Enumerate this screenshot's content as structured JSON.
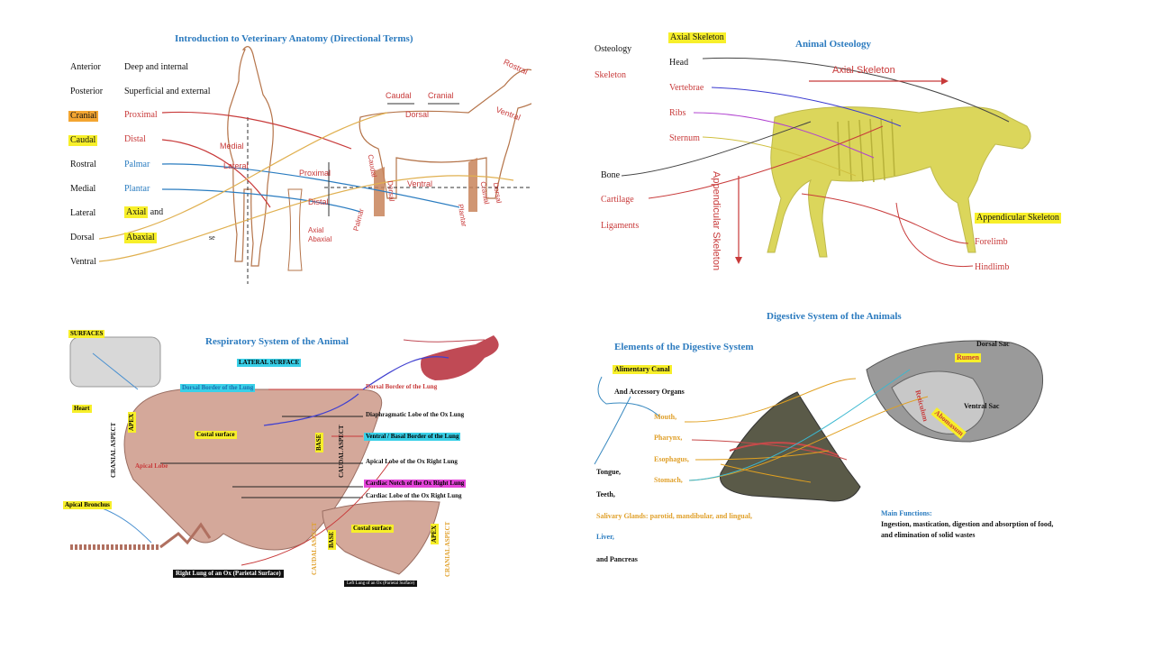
{
  "panel1": {
    "title": "Introduction to Veterinary Anatomy (Directional Terms)",
    "left_terms": [
      "Anterior",
      "Posterior",
      "Cranial",
      "Caudal",
      "Rostral",
      "Medial",
      "Lateral",
      "Dorsal",
      "Ventral"
    ],
    "right_terms": [
      "Deep and internal",
      "Superficial and external",
      "Proximal",
      "Distal",
      "Palmar",
      "Plantar"
    ],
    "axial_word": "Axial",
    "and_word": "and",
    "abaxial_word": "Abaxial",
    "fig_labels": {
      "rostral": "Rostral",
      "caudal": "Caudal",
      "cranial": "Cranial",
      "dorsal": "Dorsal",
      "ventral": "Ventral",
      "medial": "Medial",
      "lateral": "Lateral",
      "proximal": "Proximal",
      "distal": "Distal",
      "palmar": "Palmar",
      "plantar": "Plantar",
      "dorsal2": "Dorsal",
      "ventral2": "Ventral",
      "caudal2": "Caudal",
      "cranial2": "Cranial",
      "dorsal3": "Dorsal",
      "axial": "Axial",
      "abaxial": "Abaxial",
      "se": "se"
    }
  },
  "panel2": {
    "title": "Animal Osteology",
    "axial_badge": "Axial Skeleton",
    "osteology": "Osteology",
    "skeleton": "Skeleton",
    "head": "Head",
    "vertebrae": "Vertebrae",
    "ribs": "Ribs",
    "sternum": "Sternum",
    "bone": "Bone",
    "cartilage": "Cartilage",
    "ligaments": "Ligaments",
    "axial_skeleton_arrow": "Axial Skeleton",
    "appendicular_vertical": "Appendicular Skeleton",
    "appendicular_badge": "Appendicular Skeleton",
    "forelimb": "Forelimb",
    "hindlimb": "Hindlimb"
  },
  "panel3": {
    "title": "Respiratory System of the Animal",
    "surfaces": "SURFACES",
    "heart": "Heart",
    "lateral_surface": "LATERAL SURFACE",
    "dorsal_border_cyan": "Dorsal Border of the Lung",
    "dorsal_border_red": "Dorsal Border of the Lung",
    "diaphragmatic": "Diaphragmatic Lobe of the Ox Lung",
    "ventral_basal": "Ventral / Basal Border of the Lung",
    "apical_lobe_right": "Apical Lobe of the Ox Right Lung",
    "cardiac_notch": "Cardiac Notch of the Ox Right Lung",
    "cardiac_lobe": "Cardiac Lobe of the Ox Right Lung",
    "costal_surface": "Costal surface",
    "apical_lobe": "Apical Lobe",
    "apex": "APEX",
    "base": "BASE",
    "cranial_aspect": "CRANIAL ASPECT",
    "caudal_aspect": "CAUDAL ASPECT",
    "apical_bronchus": "Apical Bronchus",
    "right_lung_caption": "Right Lung of an Ox (Parietal Surface)",
    "costal_surface2": "Costal surface",
    "base2": "BASE",
    "apex2": "APEX",
    "caudal_aspect2": "CAUDAL ASPECT",
    "cranial_aspect2": "CRANIAL ASPECT",
    "left_lung_caption": "Left Lung of an Ox (Parietal Surface)"
  },
  "panel4": {
    "title": "Digestive  System of the Animals",
    "subtitle": "Elements of the Digestive  System",
    "alimentary": "Alimentary Canal",
    "accessory": "And Accessory Organs",
    "mouth": "Mouth,",
    "pharynx": "Pharynx,",
    "esophagus": "Esophagus,",
    "stomach": "Stomach,",
    "tongue": "Tongue,",
    "teeth": "Teeth,",
    "salivary": "Salivary Glands: parotid, mandibular, and lingual,",
    "liver": "Liver,",
    "pancreas": "and Pancreas",
    "dorsal_sac": "Dorsal Sac",
    "rumen": "Rumen",
    "reticulum": "Reticulum",
    "abomasum": "Abomasum",
    "ventral_sac": "Ventral Sac",
    "main_functions_title": "Main Functions:",
    "main_functions_1": "Ingestion, mastication, digestion and absorption of food,",
    "main_functions_2": "and elimination of solid wastes"
  }
}
